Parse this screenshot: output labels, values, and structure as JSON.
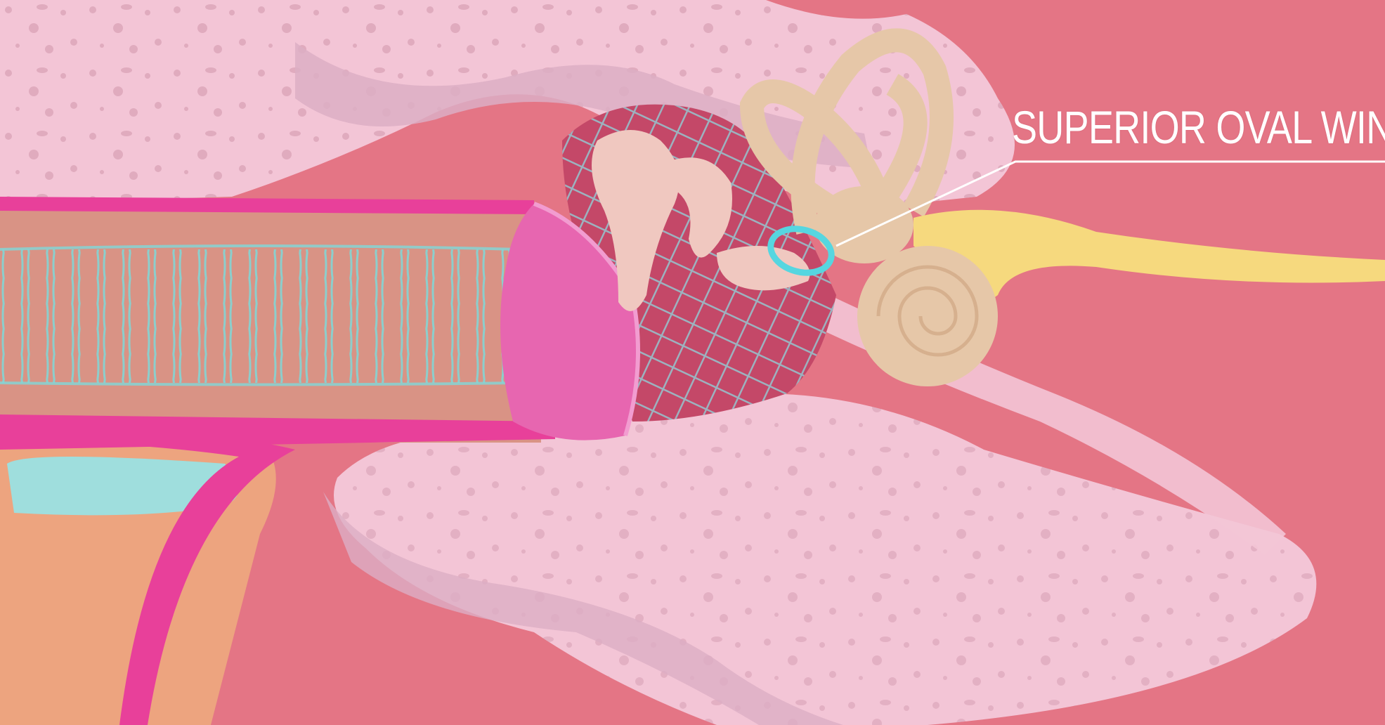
{
  "diagram": {
    "callout": {
      "label": "SUPERIOR OVAL WINDOW"
    },
    "structures": [
      "ear-canal",
      "eardrum",
      "middle-ear-ossicles",
      "oval-window",
      "semicircular-canals",
      "cochlea",
      "auditory-nerve",
      "temporal-bone",
      "eustachian-tube"
    ],
    "colors": {
      "background": "#e47585",
      "bone": "#f3c5d6",
      "bone_speckle": "#d9a2b6",
      "canal": "#d99385",
      "canal_wall": "#e8409a",
      "canal_mesh": "#7fd8d8",
      "eardrum": "#e766b0",
      "middle_ear": "#c44868",
      "ossicles": "#f0c8c0",
      "inner_ear": "#e6c7a8",
      "nerve": "#f6d97e",
      "highlight": "#56d6e0",
      "orange_tissue": "#eda47f",
      "blue_tissue": "#9fdedd"
    }
  }
}
